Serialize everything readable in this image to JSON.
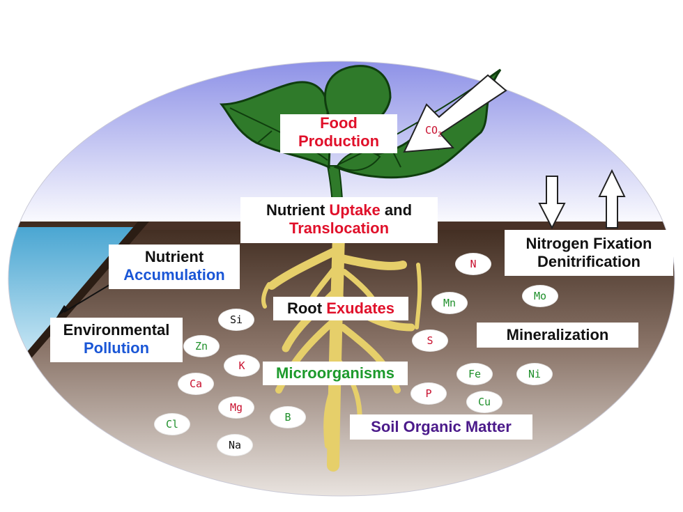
{
  "labels": {
    "food": {
      "line1": "Food",
      "line2": "Production"
    },
    "uptake": {
      "a": "Nutrient ",
      "b": "Uptake",
      "c": " and",
      "d": "Translocation"
    },
    "accumulation": {
      "line1": "Nutrient",
      "line2": "Accumulation"
    },
    "pollution": {
      "line1": "Environmental",
      "line2": "Pollution"
    },
    "exudates": {
      "a": "Root ",
      "b": "Exudates"
    },
    "nitrogen": {
      "line1": "Nitrogen Fixation",
      "line2": "Denitrification"
    },
    "mineralization": "Mineralization",
    "microorganisms": "Microorganisms",
    "som": "Soil Organic Matter",
    "co2": {
      "base": "CO",
      "sub": "2"
    }
  },
  "elements": {
    "N": "N",
    "Mn": "Mn",
    "Mo": "Mo",
    "S": "S",
    "Si": "Si",
    "Zn": "Zn",
    "K": "K",
    "Ca": "Ca",
    "Mg": "Mg",
    "Cl": "Cl",
    "Na": "Na",
    "B": "B",
    "Fe": "Fe",
    "Ni": "Ni",
    "P": "P",
    "Cu": "Cu"
  },
  "colors": {
    "sky_top": "#8a8ee6",
    "sky_bottom": "#ffffff",
    "soil_top": "#3e2a1e",
    "soil_bottom": "#e9e4e0",
    "leaf": "#2f7a2a",
    "root": "#e6cf6a",
    "water": "#5fb2d8",
    "red_text": "#e0102a",
    "blue_text": "#1a56d6",
    "green_text": "#1d9a2c",
    "purple_text": "#4b1a8a"
  }
}
